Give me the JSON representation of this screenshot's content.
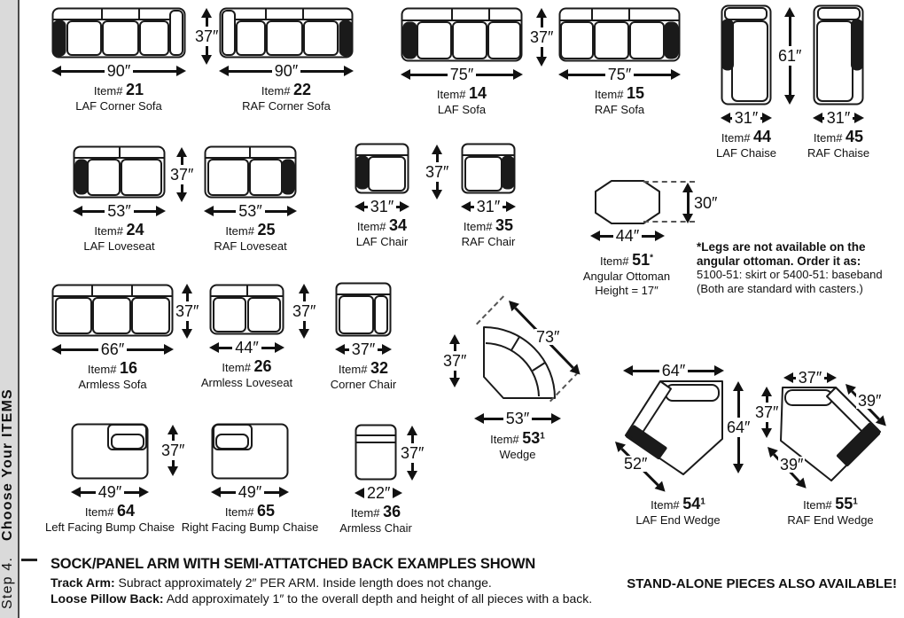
{
  "sidebar": {
    "step": "Step 4.",
    "title": "Choose Your ITEMS"
  },
  "strings": {
    "item_prefix": "Item#"
  },
  "colors": {
    "ink": "#1a1a1a",
    "sidebar_bg": "#dadada"
  },
  "dims": {
    "d37": "37″",
    "d61": "61″"
  },
  "items": {
    "i21": {
      "number": "21",
      "name": "LAF Corner Sofa",
      "width": "90″"
    },
    "i22": {
      "number": "22",
      "name": "RAF Corner Sofa",
      "width": "90″"
    },
    "i14": {
      "number": "14",
      "name": "LAF Sofa",
      "width": "75″"
    },
    "i15": {
      "number": "15",
      "name": "RAF Sofa",
      "width": "75″"
    },
    "i44": {
      "number": "44",
      "name": "LAF Chaise",
      "width": "31″"
    },
    "i45": {
      "number": "45",
      "name": "RAF Chaise",
      "width": "31″"
    },
    "i24": {
      "number": "24",
      "name": "LAF Loveseat",
      "width": "53″"
    },
    "i25": {
      "number": "25",
      "name": "RAF Loveseat",
      "width": "53″"
    },
    "i34": {
      "number": "34",
      "name": "LAF Chair",
      "width": "31″"
    },
    "i35": {
      "number": "35",
      "name": "RAF Chair",
      "width": "31″"
    },
    "i51": {
      "number": "51",
      "suffix": "*",
      "name": "Angular Ottoman",
      "width": "44″",
      "depth": "30″",
      "height_note": "Height = 17″"
    },
    "i16": {
      "number": "16",
      "name": "Armless Sofa",
      "width": "66″",
      "depth": "37″"
    },
    "i26": {
      "number": "26",
      "name": "Armless Loveseat",
      "width": "44″",
      "depth": "37″"
    },
    "i32": {
      "number": "32",
      "name": "Corner Chair",
      "width": "37″"
    },
    "i53": {
      "number": "53",
      "suffix": "1",
      "name": "Wedge",
      "width": "53″",
      "depth": "37″",
      "back": "73″"
    },
    "i64": {
      "number": "64",
      "name": "Left Facing Bump Chaise",
      "width": "49″"
    },
    "i65": {
      "number": "65",
      "name": "Right Facing Bump Chaise",
      "width": "49″"
    },
    "i36": {
      "number": "36",
      "name": "Armless Chair",
      "width": "22″",
      "depth": "37″"
    },
    "i54": {
      "number": "54",
      "suffix": "1",
      "name": "LAF End Wedge",
      "top": "64″",
      "side": "64″",
      "arm": "52″"
    },
    "i55": {
      "number": "55",
      "suffix": "1",
      "name": "RAF End Wedge",
      "top": "37″",
      "side": "37″",
      "back": "39″",
      "front": "39″"
    }
  },
  "notes": {
    "legs_bold_1": "*Legs are not available on the",
    "legs_bold_2": "angular ottoman. Order it as:",
    "legs_line_3": "5100-51: skirt or 5400-51: baseband",
    "legs_line_4": "(Both are standard with casters.)"
  },
  "footer": {
    "title": "SOCK/PANEL ARM WITH SEMI-ATTATCHED BACK EXAMPLES SHOWN",
    "track_label": "Track Arm:",
    "track_text": " Subract approximately 2″ PER ARM. Inside length does not change.",
    "pillow_label": "Loose Pillow Back:",
    "pillow_text": " Add approximately 1″ to the overall depth and height of all pieces with a back.",
    "standalone": "STAND-ALONE PIECES ALSO AVAILABLE!"
  }
}
